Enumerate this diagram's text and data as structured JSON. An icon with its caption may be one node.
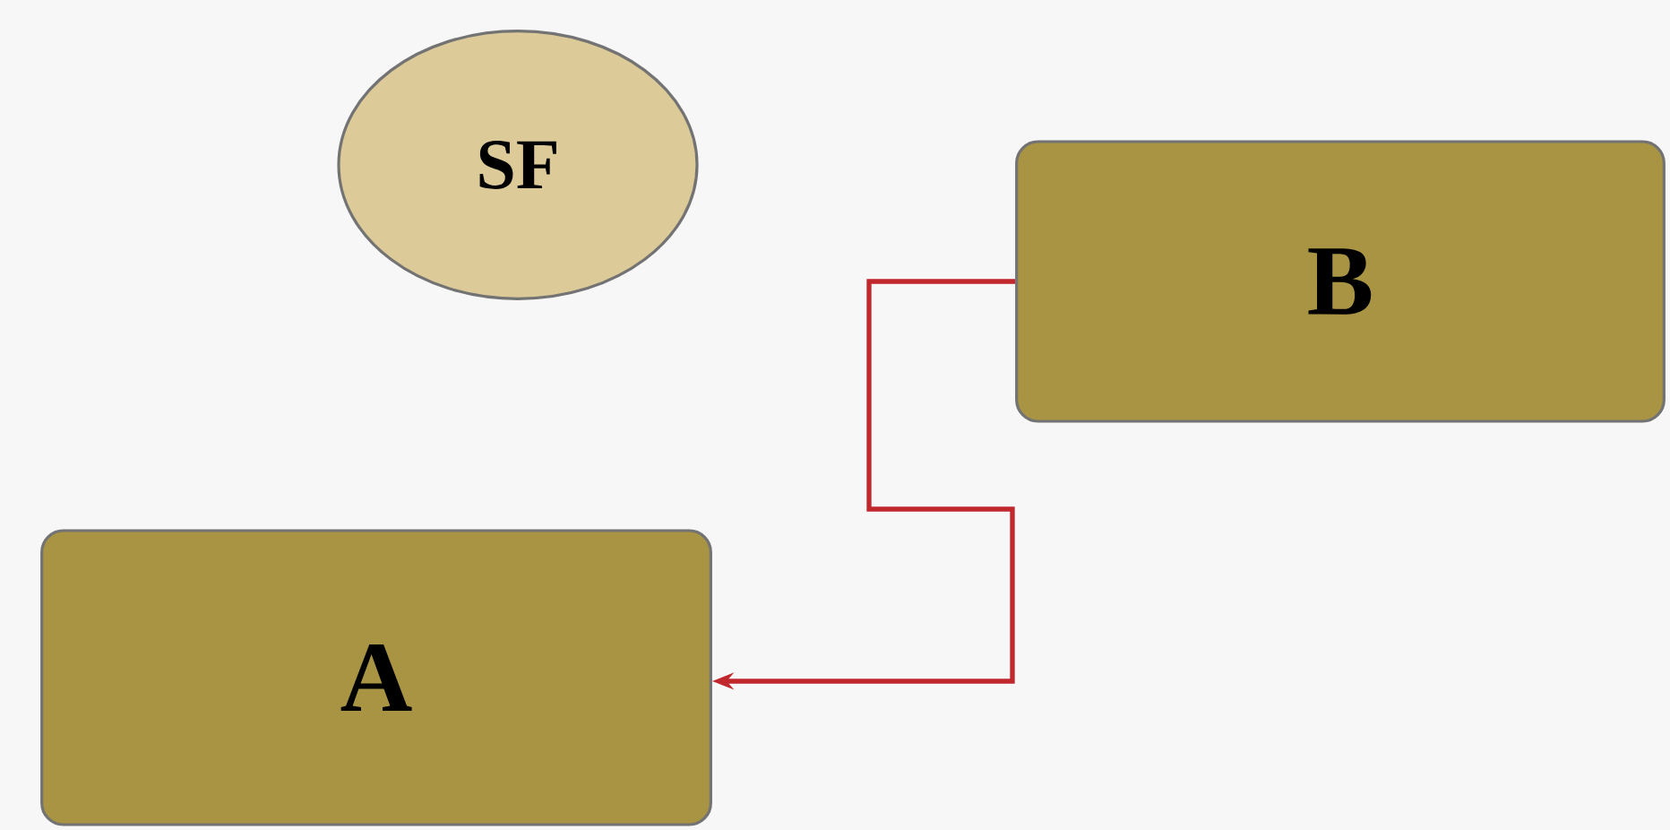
{
  "diagram": {
    "nodes": [
      {
        "text": [
          "SF"
        ]
      },
      {
        "text": [
          "B"
        ]
      },
      {
        "text": [
          "A"
        ]
      }
    ],
    "edges": [
      {
        "from": 1,
        "to": 2,
        "arrow": "to",
        "color": "#c0282d"
      }
    ]
  }
}
